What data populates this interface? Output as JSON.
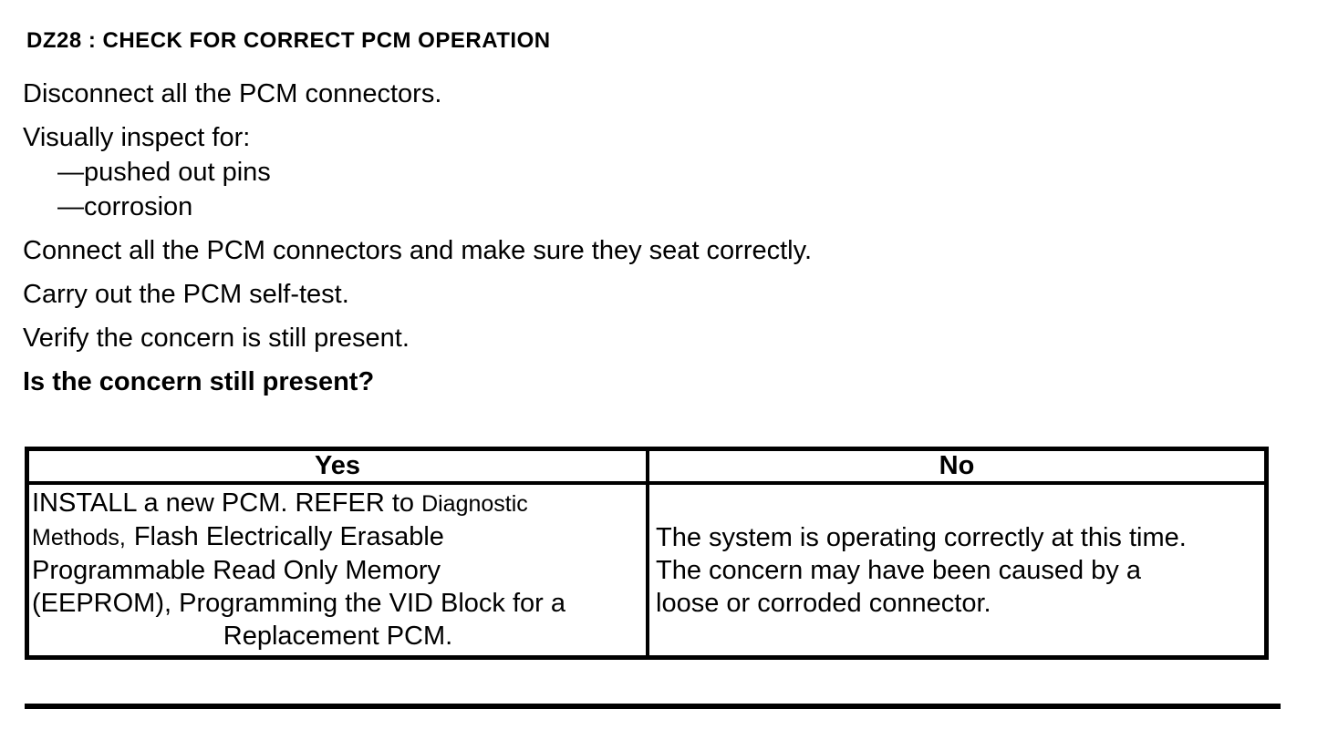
{
  "page_title": "DZ28 : CHECK FOR CORRECT PCM OPERATION",
  "procedure": {
    "step_disconnect": "Disconnect all the PCM connectors.",
    "step_inspect": "Visually inspect for:",
    "inspect_items": [
      "—pushed out pins",
      "—corrosion"
    ],
    "step_connect": "Connect all the PCM connectors and make sure they seat correctly.",
    "step_selftest": "Carry out the PCM self-test.",
    "step_verify": "Verify the concern is still present.",
    "question": "Is the concern still present?"
  },
  "result_table": {
    "yes_header": "Yes",
    "no_header": "No",
    "yes_cell": {
      "line1_main": "INSTALL a new PCM. REFER to ",
      "line1_ref": "Diagnostic",
      "line2_ref": "Methods,",
      "line2_main": "Flash Electrically Erasable",
      "line3": "Programmable Read Only Memory",
      "line4": "(EEPROM), Programming the VID Block for a",
      "line5": "Replacement PCM."
    },
    "no_cell": {
      "line1": "The system is operating correctly at this time.",
      "line2": "The concern may have been caused by a",
      "line3": "loose or corroded connector."
    }
  },
  "colors": {
    "text": "#000000",
    "background": "#ffffff",
    "border": "#000000"
  }
}
